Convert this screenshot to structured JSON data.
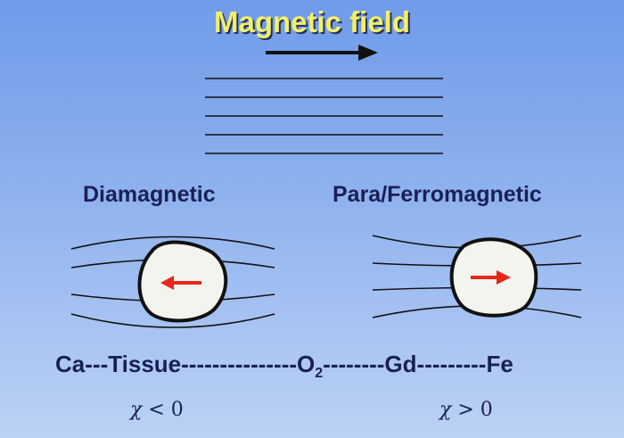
{
  "title": "Magnetic field",
  "left_label": "Diamagnetic",
  "right_label": "Para/Ferromagnetic",
  "scale": {
    "ca": "Ca",
    "tissue": "Tissue",
    "o2_main": "O",
    "o2_sub": "2",
    "gd": "Gd",
    "fe": "Fe"
  },
  "chi_symbol": "χ",
  "chi_left": "< 0",
  "chi_right": "> 0",
  "colors": {
    "title": "#f1f06a",
    "text": "#1a2055",
    "arrow_red": "#e8261a"
  }
}
